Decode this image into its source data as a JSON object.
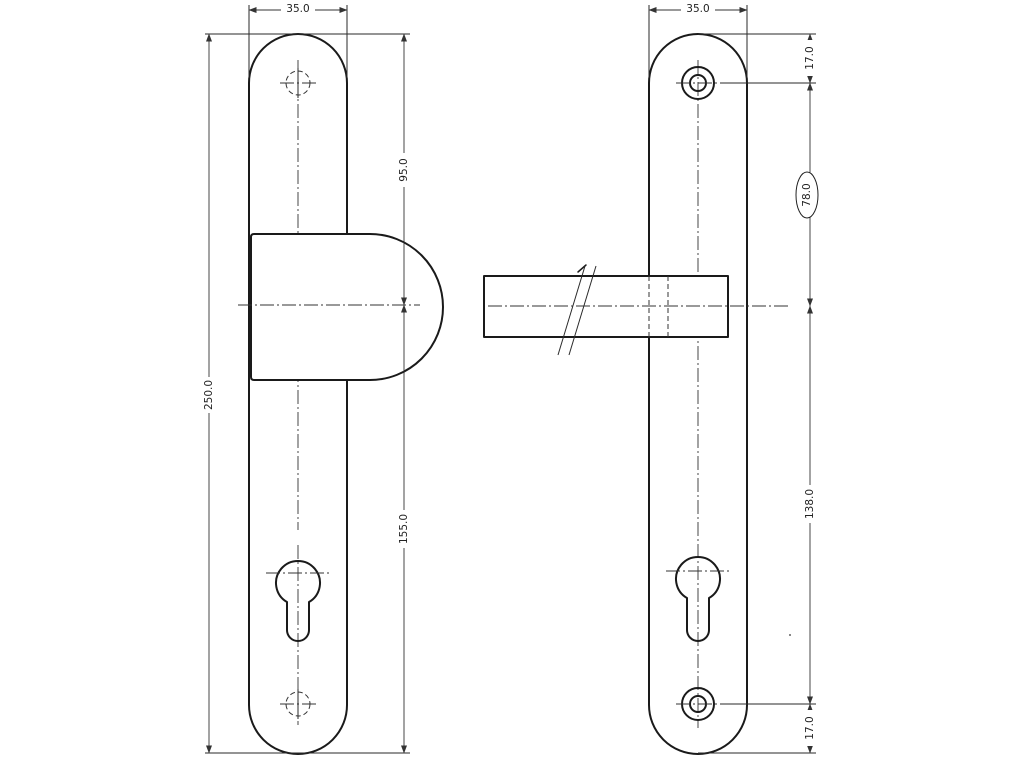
{
  "dimensions": {
    "left_width": "35.0",
    "left_total_height": "250.0",
    "left_upper": "95.0",
    "left_lower": "155.0",
    "right_width": "35.0",
    "right_top": "17.0",
    "right_handle": "78.0",
    "right_lower": "138.0",
    "right_bottom": "17.0"
  },
  "colors": {
    "line": "#1a1a1a",
    "background": "#ffffff"
  }
}
